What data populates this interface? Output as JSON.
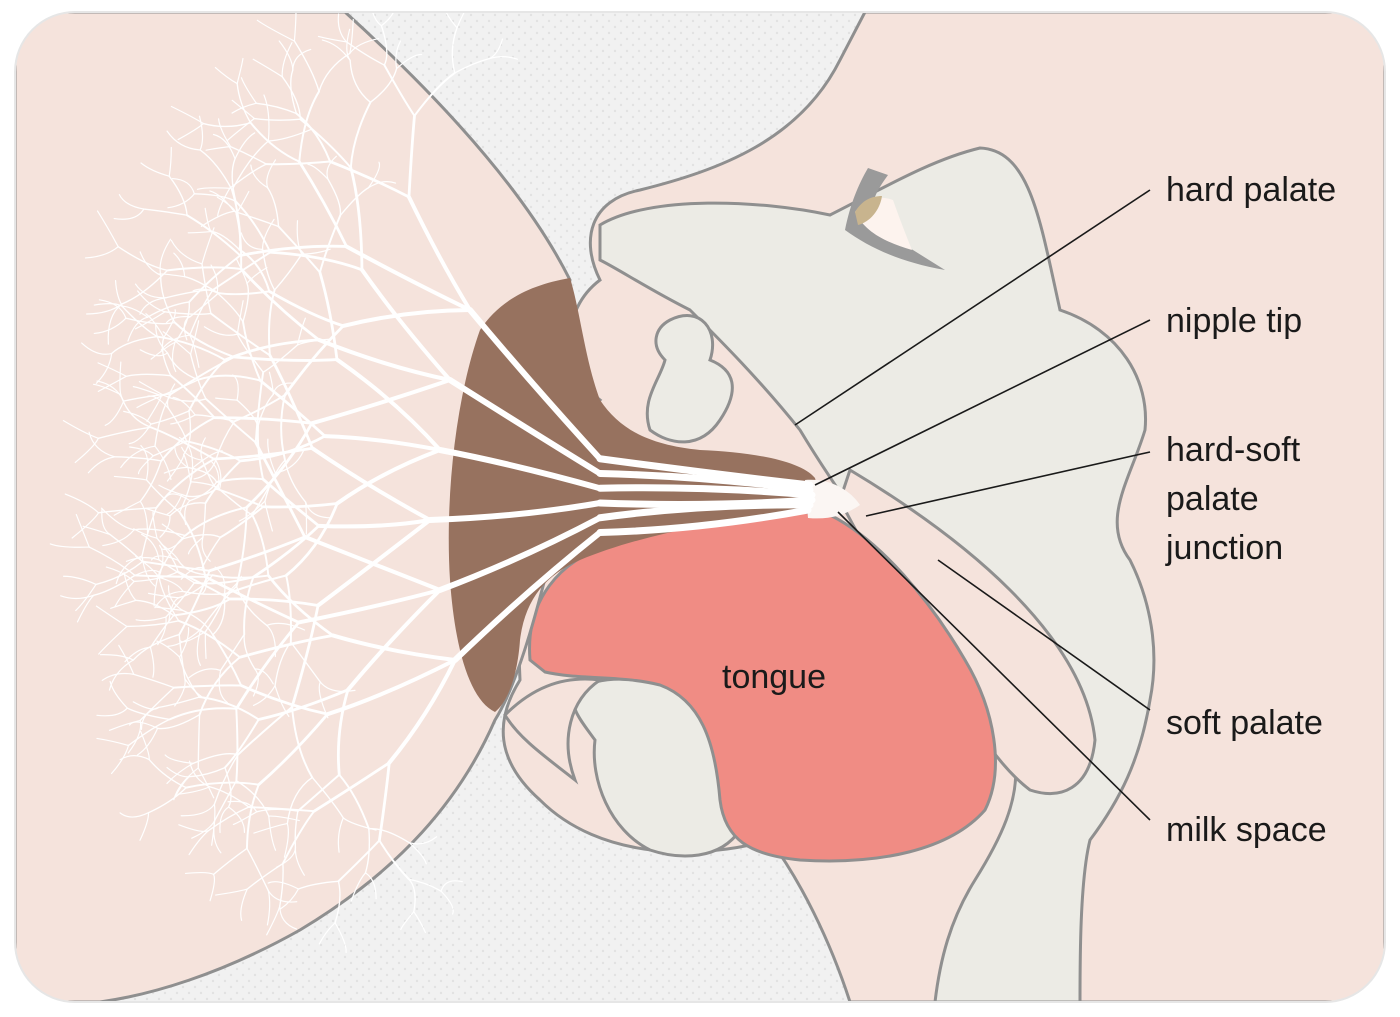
{
  "labels": {
    "hard_palate": "hard palate",
    "nipple_tip": "nipple tip",
    "junction_line1": "hard-soft",
    "junction_line2": "palate",
    "junction_line3": "junction",
    "soft_palate": "soft palate",
    "milk_space": "milk space",
    "tongue": "tongue"
  },
  "colors": {
    "skin": "#f5e3dc",
    "tissue": "#ecebe5",
    "areola": "#97725f",
    "tongue": "#f08c84",
    "ducts": "#ffffff",
    "background": "#f1f1f1"
  }
}
